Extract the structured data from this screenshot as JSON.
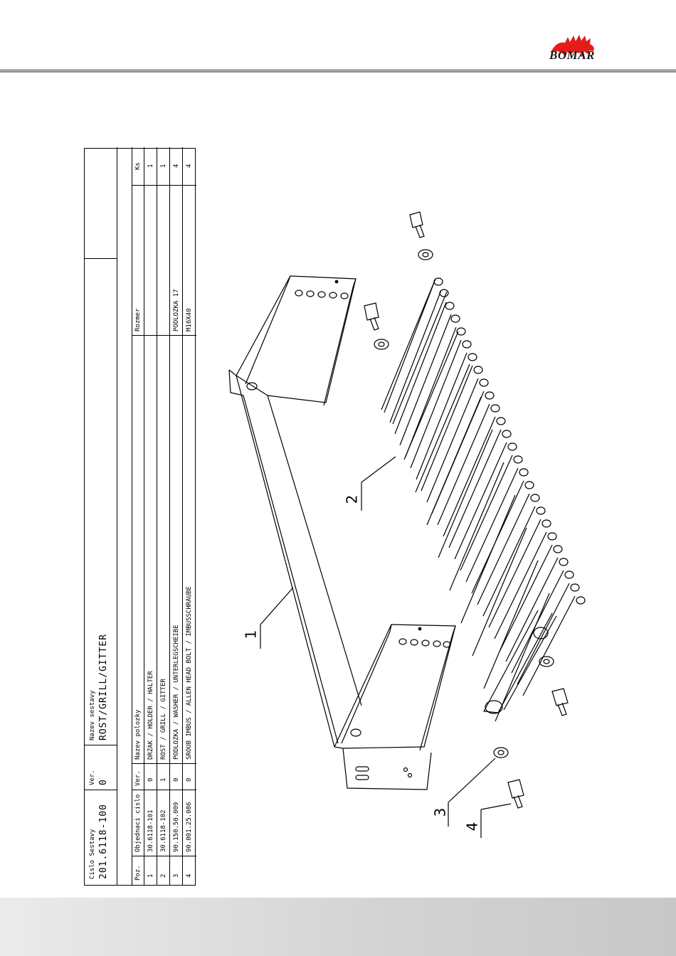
{
  "brand": {
    "name": "BOMAR",
    "logo_color": "#e31d1a"
  },
  "assembly": {
    "number_label": "Cislo Sestavy",
    "number": "201.6118-100",
    "version_label": "Ver.",
    "version": "0",
    "name_label": "Nazev sestavy",
    "name": "ROST/GRILL/GITTER"
  },
  "parts_table": {
    "headers": {
      "pos": "Poz.",
      "order_no": "Objednaci cislo",
      "ver": "Ver.",
      "name": "Nazev polozky",
      "size": "Rozmer",
      "qty": "Ks"
    },
    "rows": [
      {
        "pos": "1",
        "order_no": "30.6118-101",
        "ver": "0",
        "name": "DRZAK / HOLDER / HALTER",
        "size": "",
        "qty": "1"
      },
      {
        "pos": "2",
        "order_no": "30.6118-102",
        "ver": "1",
        "name": "ROST / GRILL / GITTER",
        "size": "",
        "qty": "1"
      },
      {
        "pos": "3",
        "order_no": "90.150.50.009",
        "ver": "0",
        "name": "PODLOZKA / WASHER / UNTERLEGSCHEIBE",
        "size": "PODLOZKA 17",
        "qty": "4"
      },
      {
        "pos": "4",
        "order_no": "90.001.25.086",
        "ver": "0",
        "name": "SROUB IMBUS / ALLEN HEAD BOLT / IMBUSSCHRAUBE",
        "size": "M16X40",
        "qty": "4"
      }
    ]
  },
  "callouts": [
    "1",
    "2",
    "3",
    "4"
  ]
}
